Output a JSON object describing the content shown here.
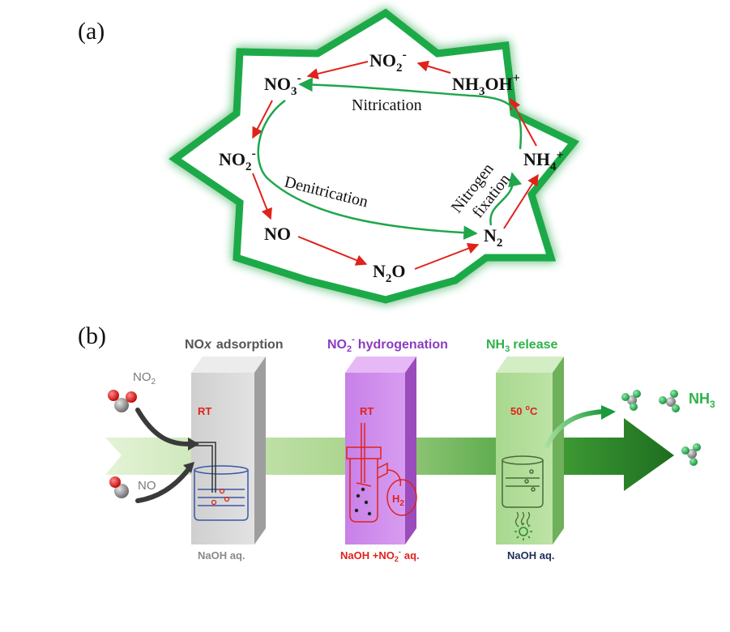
{
  "panel_a": {
    "label": "(a)",
    "species": {
      "no3": {
        "base": "NO",
        "sub": "3",
        "sup": "-"
      },
      "no2_top": {
        "base": "NO",
        "sub": "2",
        "sup": "-"
      },
      "nh3oh": {
        "base": "NH",
        "sub": "3",
        "mid": "OH",
        "sup": "+"
      },
      "no2_left": {
        "base": "NO",
        "sub": "2",
        "sup": "-"
      },
      "nh4": {
        "base": "NH",
        "sub": "4",
        "sup": "+"
      },
      "no": {
        "base": "NO"
      },
      "n2": {
        "base": "N",
        "sub": "2"
      },
      "n2o": {
        "base": "N",
        "sub": "2",
        "mid": "O"
      }
    },
    "processes": {
      "nitrication": "Nitrication",
      "denitrication": "Denitrication",
      "nitrogen": "Nitrogen",
      "fixation": "fixation"
    },
    "colors": {
      "star": "#1faa4a",
      "red_arrow": "#e0221b",
      "green_arrow": "#1fa64b"
    }
  },
  "panel_b": {
    "label": "(b)",
    "stage1": {
      "title_prefix": "NO",
      "title_x": "x",
      "title_suffix": "adsorption",
      "rt": "RT",
      "bottom": "NaOH aq.",
      "color": "#555555"
    },
    "stage2": {
      "title_base": "NO",
      "title_sub": "2",
      "title_sup": "-",
      "title_suffix": "hydrogenation",
      "rt": "RT",
      "h2_base": "H",
      "h2_sub": "2",
      "bottom_prefix": "NaOH +NO",
      "bottom_sub": "2",
      "bottom_sup": "-",
      "bottom_suffix": "aq.",
      "color": "#8a3cc0"
    },
    "stage3": {
      "title_base": "NH",
      "title_sub": "3",
      "title_suffix": "release",
      "temp_value": "50",
      "temp_deg": "o",
      "temp_unit": "C",
      "bottom": "NaOH aq.",
      "color": "#2db34a"
    },
    "molecules": {
      "no2_base": "NO",
      "no2_sub": "2",
      "no": "NO",
      "nh3_base": "NH",
      "nh3_sub": "3"
    },
    "colors": {
      "red_text": "#e0221b",
      "navy_text": "#1f2d5a",
      "gray_text": "#8a8a8a"
    }
  }
}
